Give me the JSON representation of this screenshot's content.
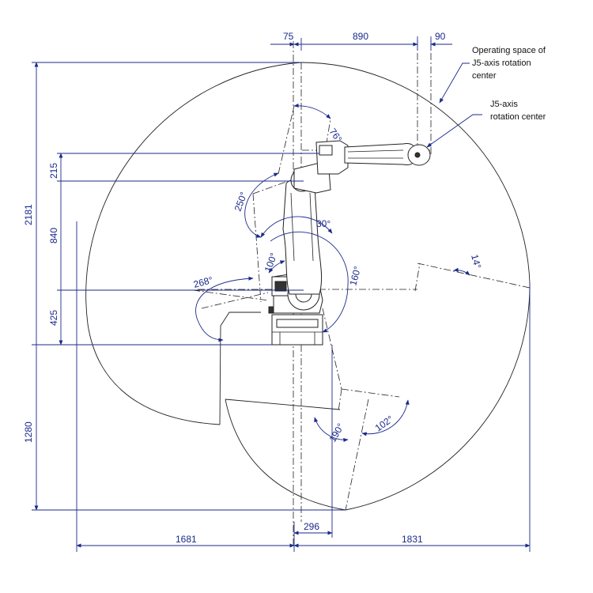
{
  "dimensions": {
    "top_offset": "75",
    "top_reach": "890",
    "top_tool": "90",
    "left_total_height": "2181",
    "left_h215": "215",
    "left_h840": "840",
    "left_h425": "425",
    "left_h1280": "1280",
    "bottom_left": "1681",
    "bottom_right": "1831",
    "bottom_mid": "296"
  },
  "angles": {
    "a76": "76°",
    "a250": "250°",
    "a30": "30°",
    "a14": "14°",
    "a100": "100°",
    "a160": "160°",
    "a268": "268°",
    "a190": "190°",
    "a102": "102°"
  },
  "callouts": {
    "operating_space": [
      "Operating space of",
      "J5-axis rotation",
      "center"
    ],
    "j5_center": [
      "J5-axis",
      "rotation center"
    ]
  },
  "colors": {
    "dimension": "#1b2a8a",
    "outline": "#222222"
  }
}
